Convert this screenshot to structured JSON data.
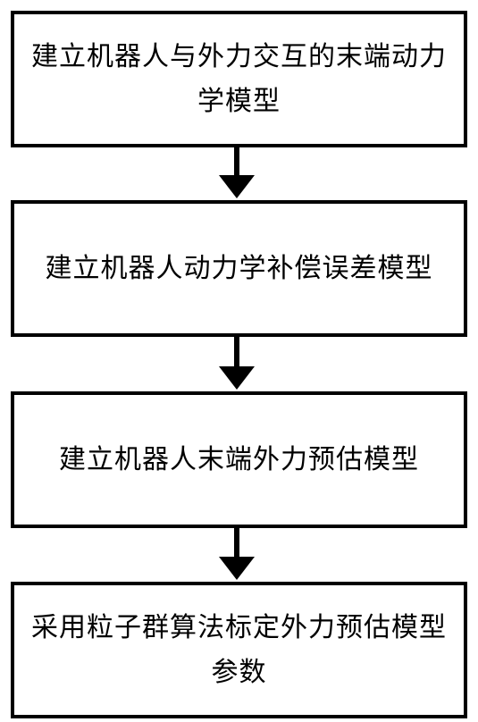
{
  "steps": [
    {
      "text": "建立机器人与外力交互的末端动力学模型"
    },
    {
      "text": "建立机器人动力学补偿误差模型"
    },
    {
      "text": "建立机器人末端外力预估模型"
    },
    {
      "text": "采用粒子群算法标定外力预估模型参数"
    }
  ],
  "colors": {
    "border": "#000000",
    "background": "#ffffff",
    "text": "#000000"
  }
}
